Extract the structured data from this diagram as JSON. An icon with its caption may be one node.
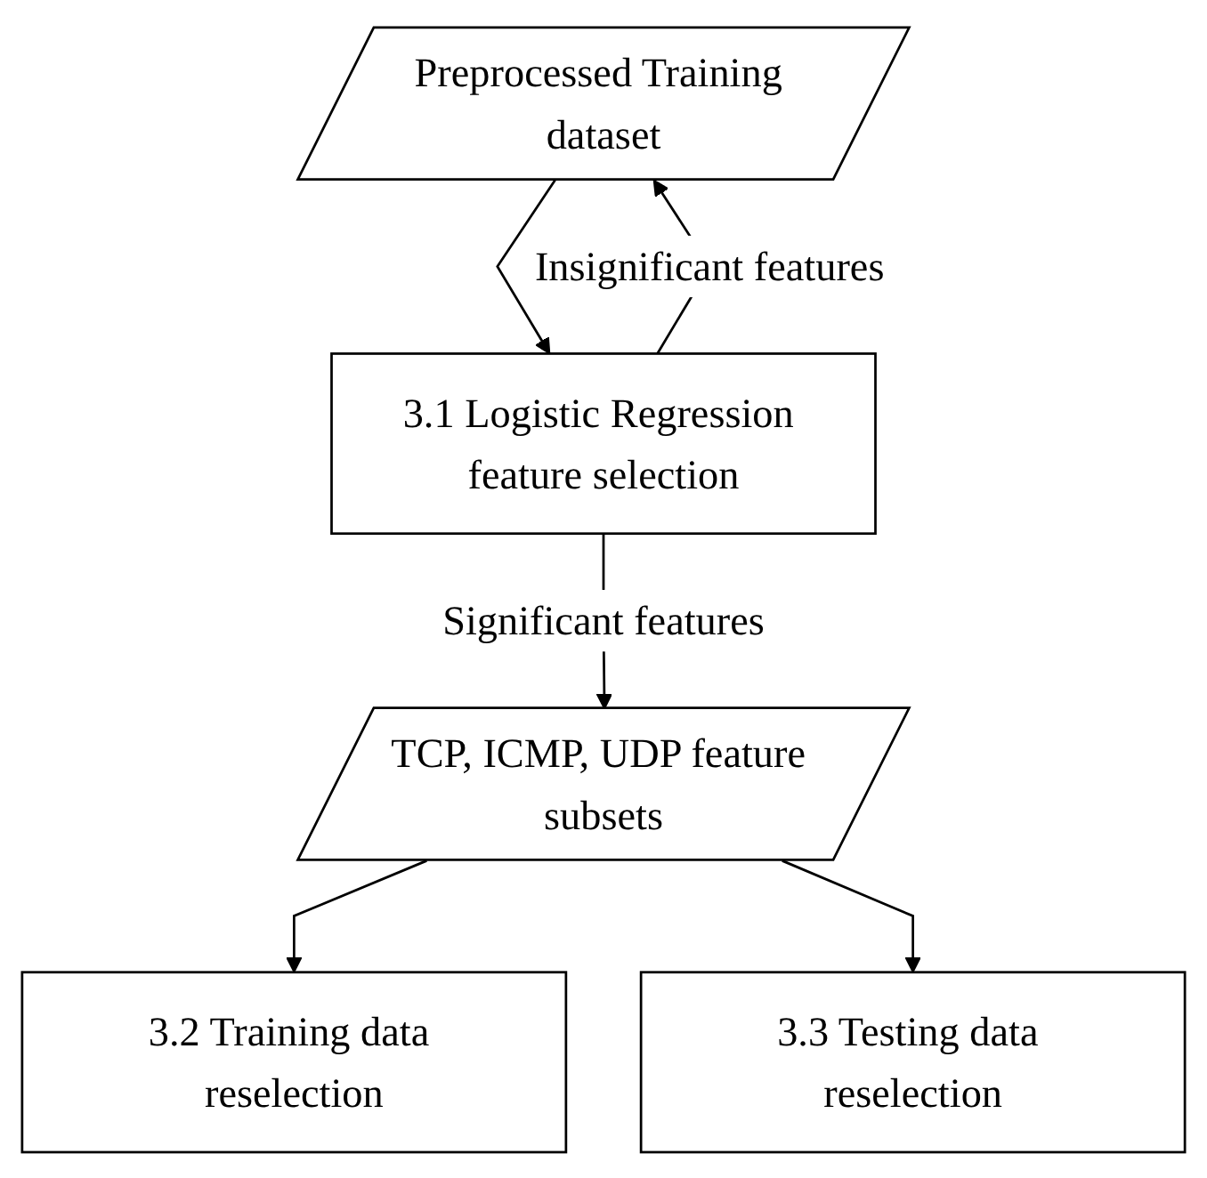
{
  "diagram": {
    "nodes": [
      {
        "text": [
          "Preprocessed Training dataset"
        ]
      },
      {
        "text": [
          "3.1 Logistic Regression feature selection"
        ]
      },
      {
        "text": [
          "TCP, ICMP, UDP feature subsets"
        ]
      },
      {
        "text": [
          "3.2 Training data reselection"
        ]
      },
      {
        "text": [
          "3.3 Testing data reselection"
        ]
      }
    ],
    "edges": [
      {
        "from": 0,
        "to": 1,
        "arrow": "to"
      },
      {
        "from": 1,
        "to": 0,
        "arrow": "to",
        "label": "Insignificant features"
      },
      {
        "from": 1,
        "to": 2,
        "arrow": "to",
        "label": "Significant features"
      },
      {
        "from": 2,
        "to": 3,
        "arrow": "to"
      },
      {
        "from": 2,
        "to": 4,
        "arrow": "to"
      }
    ]
  }
}
